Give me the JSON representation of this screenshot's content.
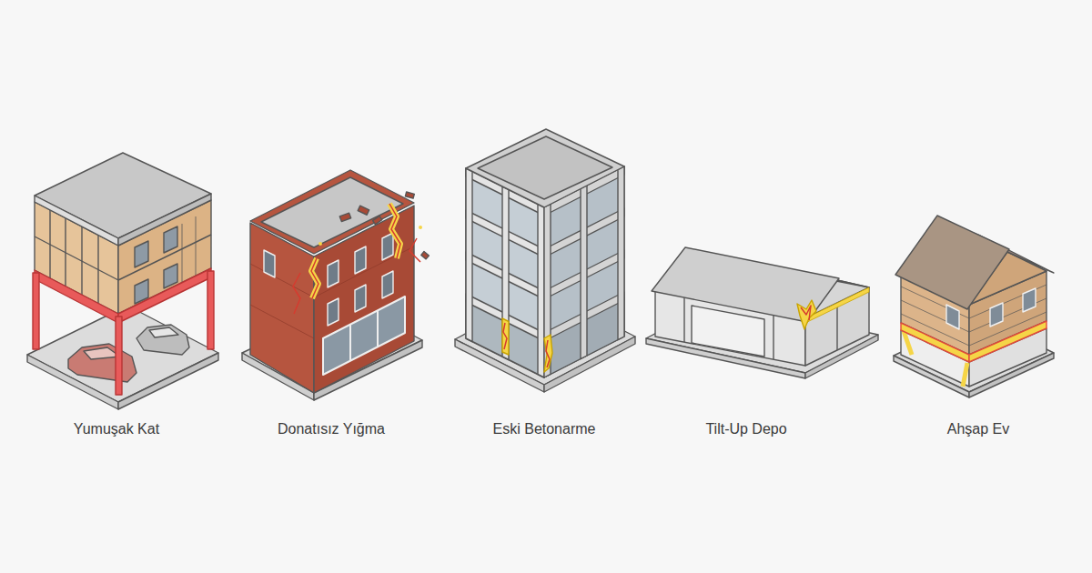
{
  "diagram": {
    "labels": [
      "Yumuşak Kat",
      "Donatısız Yığma",
      "Eski Betonarme",
      "Tilt-Up Depo",
      "Ahşap Ev"
    ]
  }
}
